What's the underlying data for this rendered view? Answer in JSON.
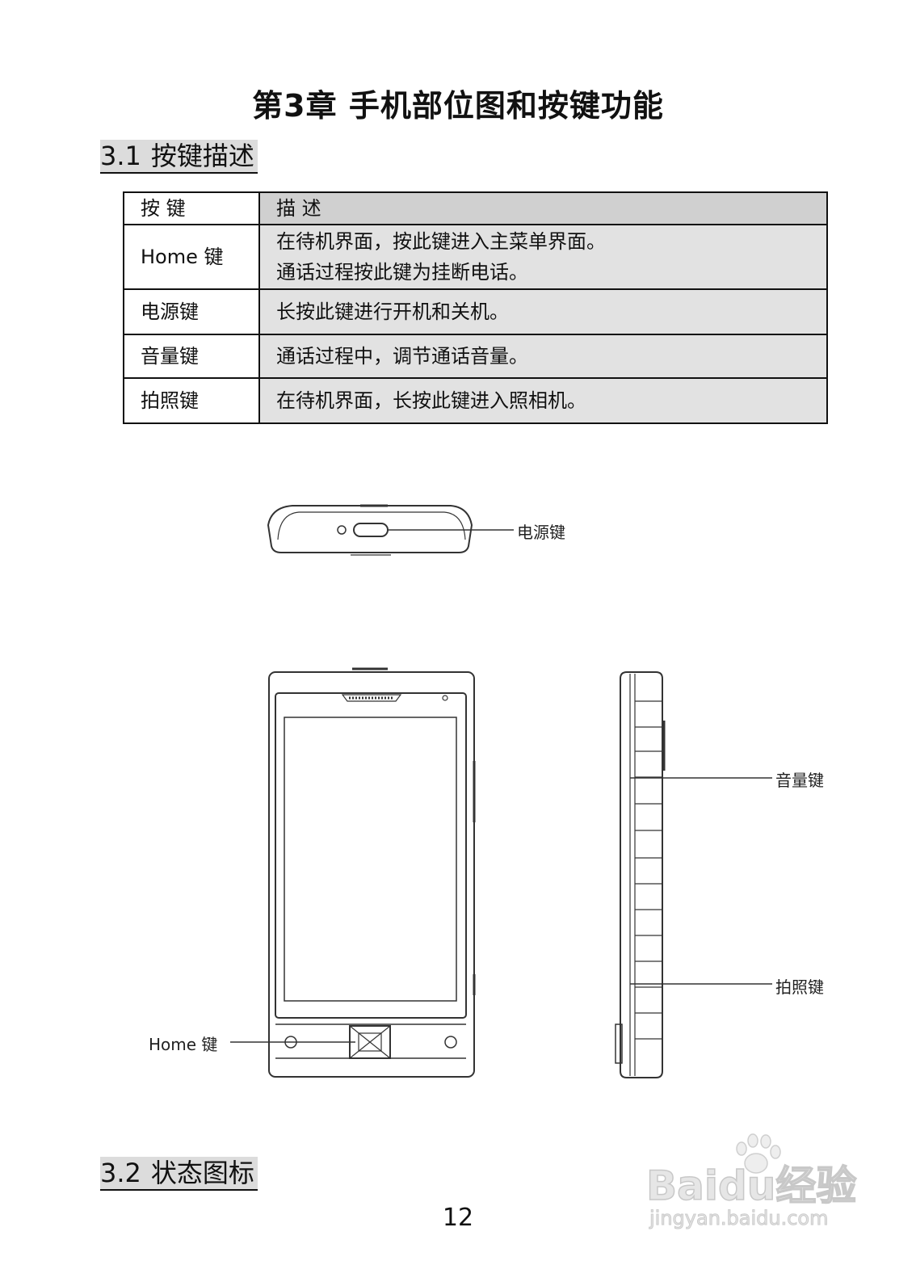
{
  "chapter": {
    "title": "第3章  手机部位图和按键功能"
  },
  "section1": {
    "number": "3.1",
    "title": "按键描述"
  },
  "key_table": {
    "headers": [
      "按  键",
      "描        述"
    ],
    "rows": [
      {
        "key": "Home 键",
        "lines": [
          "在待机界面，按此键进入主菜单界面。",
          "通话过程按此键为挂断电话。"
        ]
      },
      {
        "key": "电源键",
        "lines": [
          "长按此键进行开机和关机。"
        ]
      },
      {
        "key": "音量键",
        "lines": [
          "通话过程中，调节通话音量。"
        ]
      },
      {
        "key": "拍照键",
        "lines": [
          "在待机界面，长按此键进入照相机。"
        ]
      }
    ]
  },
  "diagram": {
    "callouts": {
      "power": "电源键",
      "volume": "音量键",
      "camera": "拍照键",
      "home": "Home 键"
    }
  },
  "section2": {
    "number": "3.2",
    "title": "状态图标"
  },
  "page_number": "12",
  "watermark": {
    "brand": "Baidu经验",
    "url": "jingyan.baidu.com"
  }
}
